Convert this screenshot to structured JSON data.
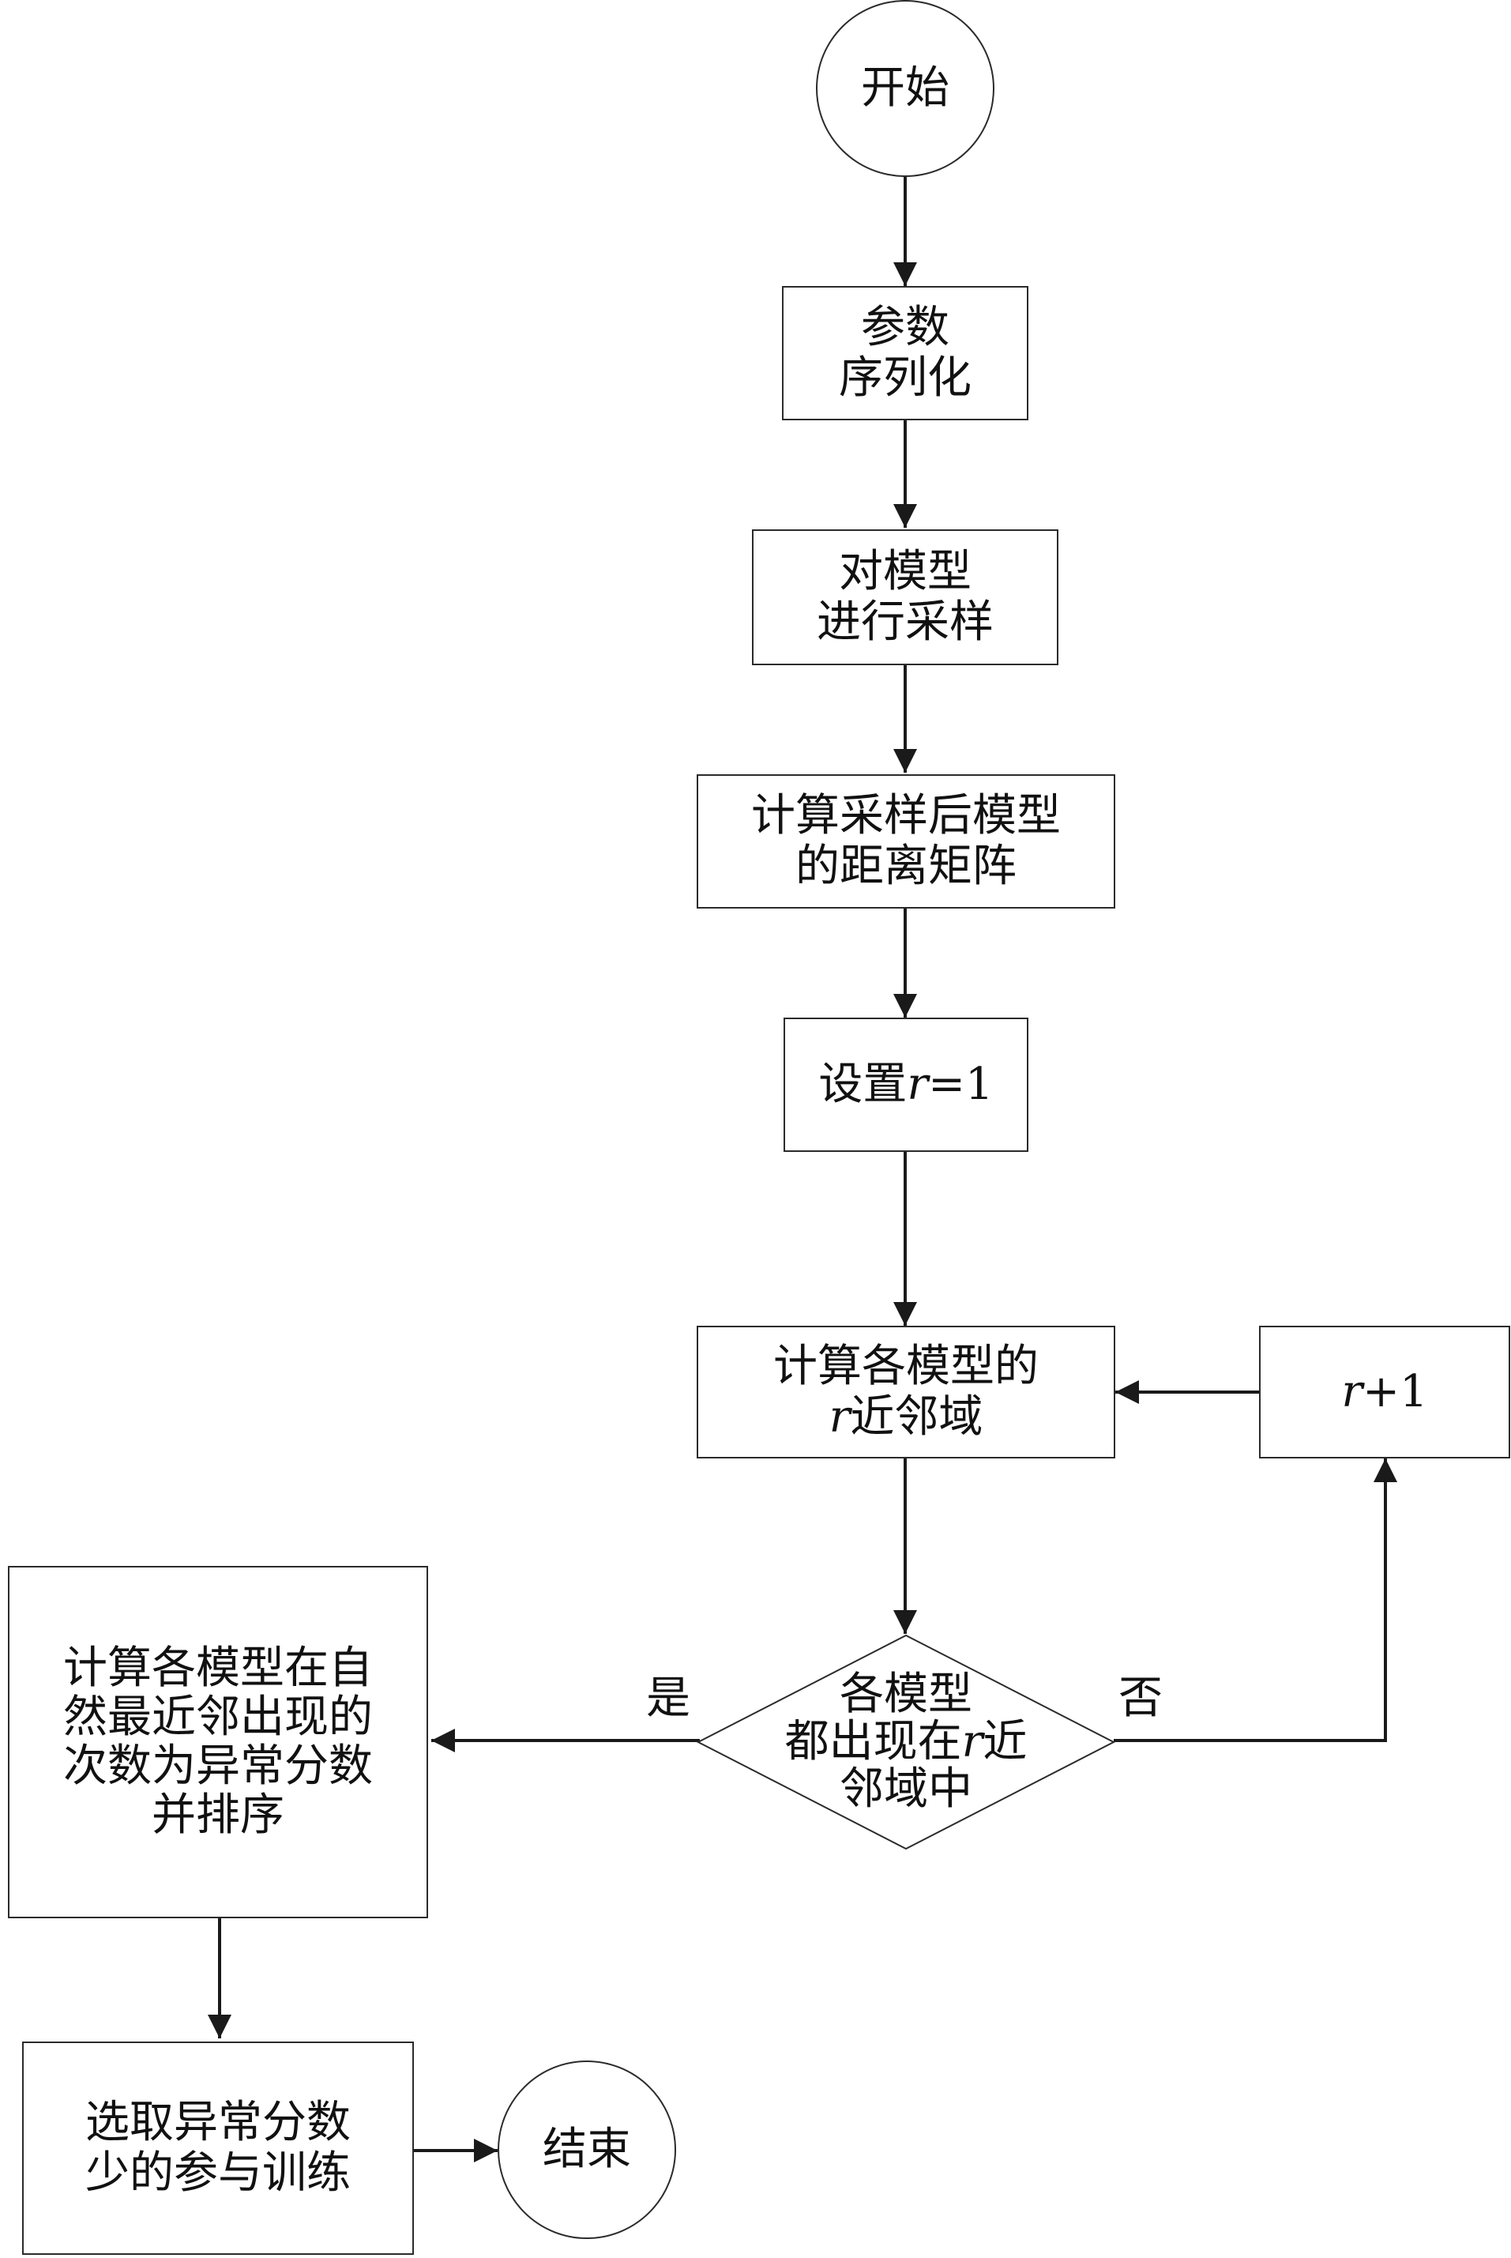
{
  "nodes": {
    "start": "开始",
    "serialize": [
      "参数",
      "序列化"
    ],
    "sample": [
      "对模型",
      "进行采样"
    ],
    "distance_matrix": [
      "计算采样后模型",
      "的距离矩阵"
    ],
    "set_r": {
      "prefix": "设置",
      "var": "r",
      "suffix": "=1"
    },
    "neighborhood": {
      "line1": "计算各模型的",
      "var": "r",
      "line2_suffix": "近邻域"
    },
    "increment": {
      "var": "r",
      "suffix": "+1"
    },
    "decision": {
      "line1": "各模型",
      "line2_prefix": "都出现在",
      "var": "r",
      "line2_suffix": "近",
      "line3": "邻域中"
    },
    "anomaly_score": [
      "计算各模型在自",
      "然最近邻出现的",
      "次数为异常分数",
      "并排序"
    ],
    "select": [
      "选取异常分数",
      "少的参与训练"
    ],
    "end": "结束"
  },
  "edge_labels": {
    "yes": "是",
    "no": "否"
  },
  "colors": {
    "stroke": "#2b2b2b",
    "text": "#111111",
    "background": "#ffffff"
  }
}
